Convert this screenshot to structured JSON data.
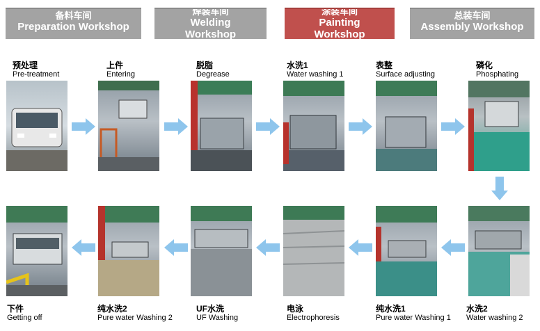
{
  "tabs": [
    {
      "zh": "备料车间",
      "en": "Preparation Workshop",
      "active": false
    },
    {
      "zh": "焊装车间",
      "en": "Welding Workshop",
      "active": false
    },
    {
      "zh": "涂装车间",
      "en": "Painting Workshop",
      "active": true
    },
    {
      "zh": "总装车间",
      "en": "Assembly Workshop",
      "active": false
    }
  ],
  "steps": [
    {
      "zh": "预处理",
      "en": "Pre-treatment"
    },
    {
      "zh": "上件",
      "en": "Entering"
    },
    {
      "zh": "脱脂",
      "en": "Degrease"
    },
    {
      "zh": "水洗1",
      "en": "Water washing 1"
    },
    {
      "zh": "表整",
      "en": "Surface adjusting"
    },
    {
      "zh": "磷化",
      "en": "Phosphating"
    },
    {
      "zh": "水洗2",
      "en": "Water washing 2"
    },
    {
      "zh": "纯水洗1",
      "en": "Pure water Washing 1"
    },
    {
      "zh": "电泳",
      "en": "Electrophoresis"
    },
    {
      "zh": "UF水洗",
      "en": "UF Washing"
    },
    {
      "zh": "纯水洗2",
      "en": "Pure water Washing 2"
    },
    {
      "zh": "下件",
      "en": "Getting off"
    }
  ],
  "colors": {
    "tab": "#a3a3a3",
    "tab_active": "#c0504d",
    "arrow": "#8ec5ec"
  }
}
